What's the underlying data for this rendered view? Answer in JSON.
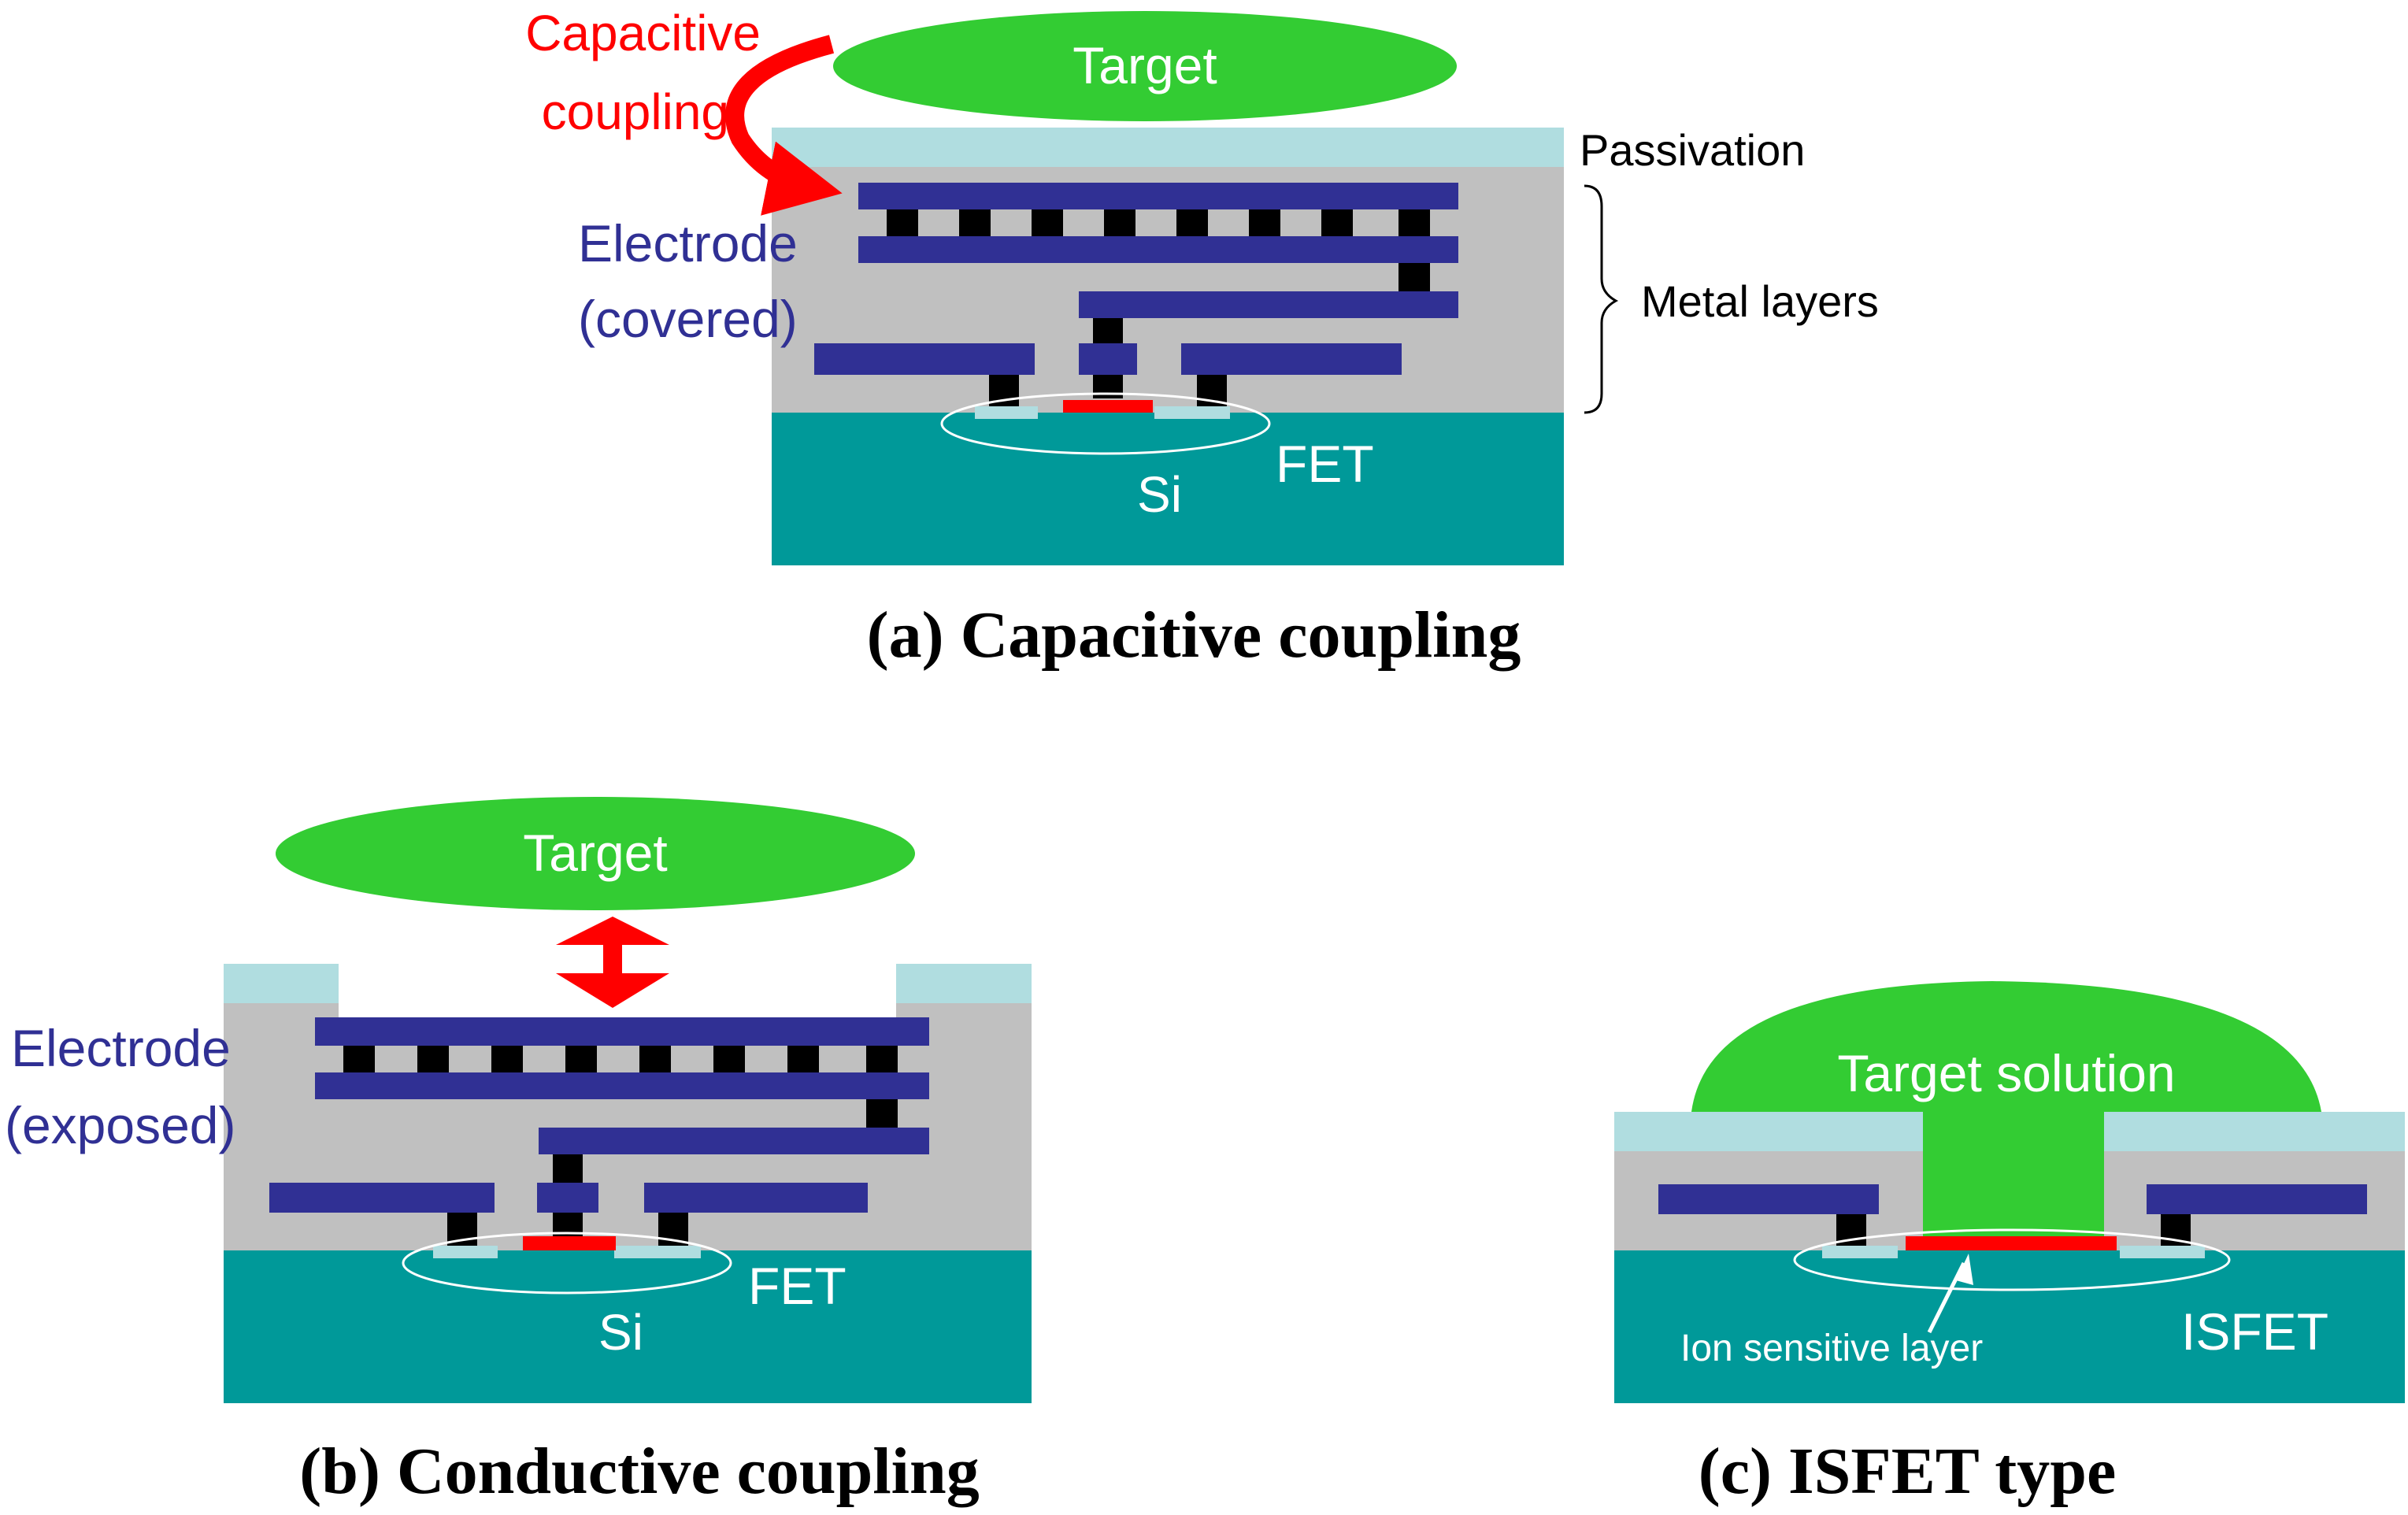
{
  "colors": {
    "passivation": "#b0dde0",
    "oxide": "#c0c0c0",
    "silicon": "#009999",
    "metal": "#303094",
    "via": "#000000",
    "gate": "#ff0000",
    "target": "#33cc33",
    "coupling_arrow": "#ff0000",
    "electrode_label": "#303094",
    "coupling_label": "#ff0000",
    "outline": "#ffffff",
    "caption": "#000000"
  },
  "panel_a": {
    "target": "Target",
    "coupling_line1": "Capacitive",
    "coupling_line2": "coupling",
    "electrode_line1": "Electrode",
    "electrode_line2": "(covered)",
    "passivation": "Passivation",
    "metal_layers": "Metal layers",
    "si": "Si",
    "fet": "FET",
    "caption": "(a) Capacitive coupling"
  },
  "panel_b": {
    "target": "Target",
    "electrode_line1": "Electrode",
    "electrode_line2": "(exposed)",
    "si": "Si",
    "fet": "FET",
    "caption": "(b)  Conductive coupling"
  },
  "panel_c": {
    "target": "Target solution",
    "ion_layer": "Ion sensitive layer",
    "isfet": "ISFET",
    "caption": "(c)  ISFET type"
  }
}
